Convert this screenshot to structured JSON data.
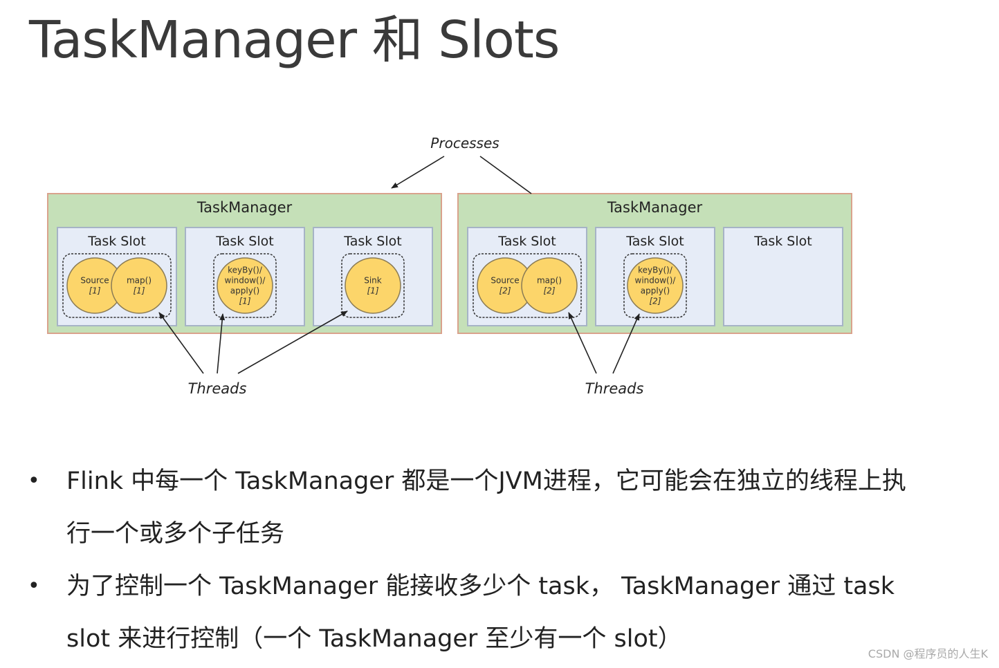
{
  "title": "TaskManager 和 Slots",
  "diagram": {
    "processes_label": "Processes",
    "threads_label": "Threads",
    "colors": {
      "taskmanager_fill": "#c5e0b8",
      "taskmanager_border": "#d9a28c",
      "slot_fill": "#e6ecf7",
      "slot_border": "#a6b3c6",
      "operator_fill": "#fcd56a",
      "operator_border": "#8a7b55",
      "arrow": "#222222"
    },
    "taskmanagers": [
      {
        "label": "TaskManager",
        "slots": [
          {
            "label": "Task Slot",
            "operators": [
              {
                "lines": [
                  "Source",
                  "[1]"
                ]
              },
              {
                "lines": [
                  "map()",
                  "[1]"
                ]
              }
            ]
          },
          {
            "label": "Task Slot",
            "operators": [
              {
                "lines": [
                  "keyBy()/",
                  "window()/",
                  "apply()",
                  "[1]"
                ]
              }
            ]
          },
          {
            "label": "Task Slot",
            "operators": [
              {
                "lines": [
                  "Sink",
                  "[1]"
                ]
              }
            ]
          }
        ]
      },
      {
        "label": "TaskManager",
        "slots": [
          {
            "label": "Task Slot",
            "operators": [
              {
                "lines": [
                  "Source",
                  "[2]"
                ]
              },
              {
                "lines": [
                  "map()",
                  "[2]"
                ]
              }
            ]
          },
          {
            "label": "Task Slot",
            "operators": [
              {
                "lines": [
                  "keyBy()/",
                  "window()/",
                  "apply()",
                  "[2]"
                ]
              }
            ]
          },
          {
            "label": "Task Slot",
            "operators": []
          }
        ]
      }
    ]
  },
  "bullets": [
    {
      "lines": [
        "Flink 中每一个 TaskManager 都是一个JVM进程，它可能会在独立的线程上执",
        "行一个或多个子任务"
      ]
    },
    {
      "lines": [
        "为了控制一个 TaskManager 能接收多少个 task， TaskManager 通过 task",
        "slot 来进行控制（一个 TaskManager 至少有一个 slot）"
      ]
    }
  ],
  "bullet_symbol": "•",
  "watermark": "CSDN @程序员的人生K"
}
